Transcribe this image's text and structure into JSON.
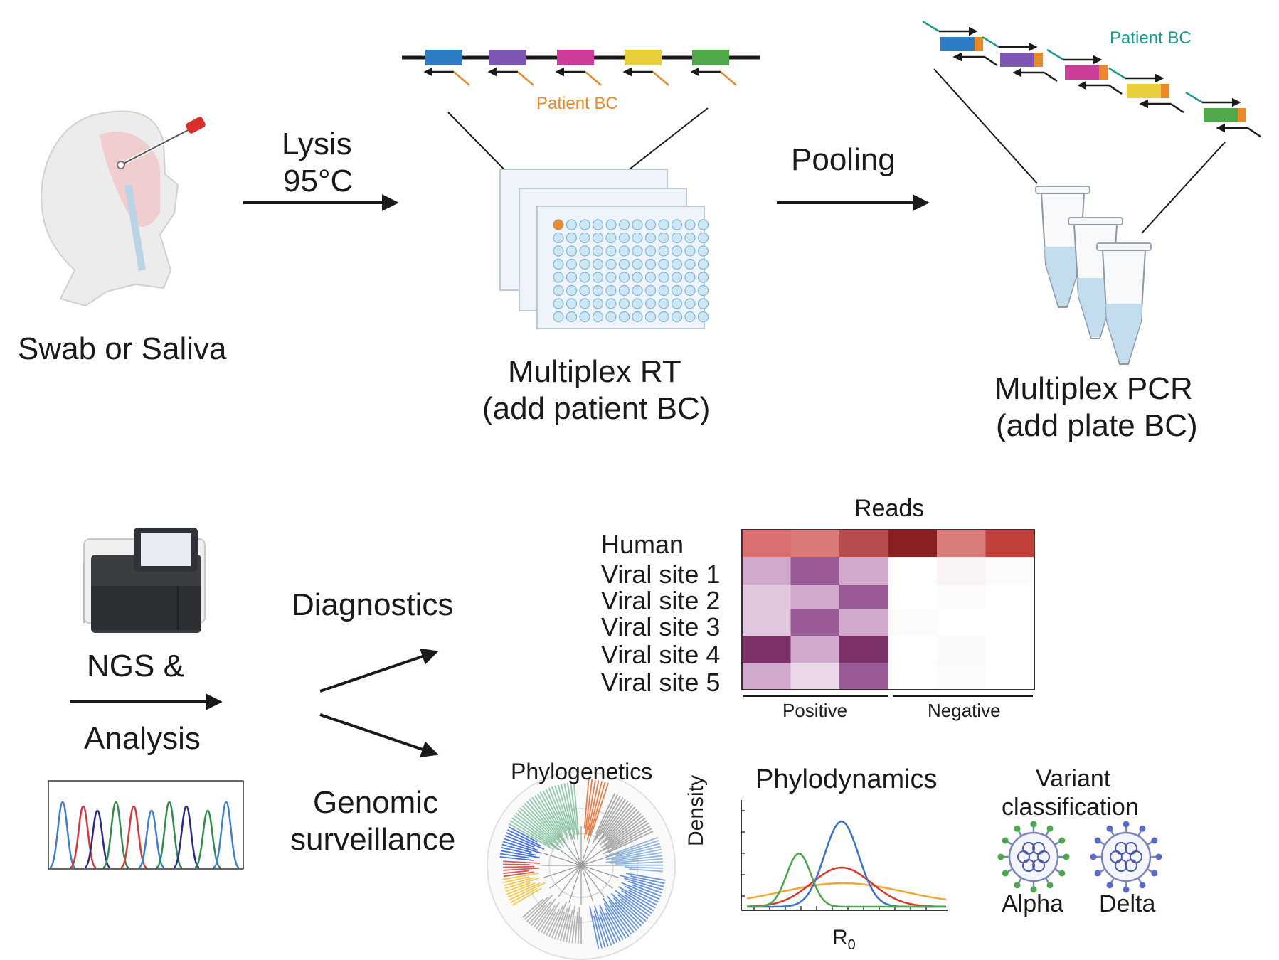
{
  "steps": {
    "sample": "Swab or Saliva",
    "lysis_line1": "Lysis",
    "lysis_line2": "95°C",
    "rt_line1": "Multiplex RT",
    "rt_line2": "(add patient BC)",
    "pooling": "Pooling",
    "pcr_line1": "Multiplex PCR",
    "pcr_line2": "(add plate BC)",
    "ngs_line1": "NGS &",
    "ngs_line2": "Analysis",
    "diagnostics": "Diagnostics",
    "genomic_line1": "Genomic",
    "genomic_line2": "surveillance"
  },
  "barcode_labels": {
    "patient_bc_rt": "Patient BC",
    "patient_bc_pcr": "Patient BC"
  },
  "colors": {
    "barcode_segments": [
      "#2e7cc4",
      "#7e57b5",
      "#cc3d99",
      "#e8cf3a",
      "#4fa84a"
    ],
    "patient_bc": "#e8892b",
    "plate_bc_teal": "#1a9a8c",
    "heatmap_human": [
      "#d9706f",
      "#d97a78",
      "#b84c4c",
      "#8c1f1f",
      "#d77c79",
      "#c1403a"
    ],
    "heatmap_positive_scale": [
      "#f3e6f1",
      "#c89ac4",
      "#8f4a8c",
      "#6f2050"
    ]
  },
  "heatmap": {
    "title": "Reads",
    "rows": [
      "Human",
      "Viral site 1",
      "Viral site 2",
      "Viral site 3",
      "Viral site 4",
      "Viral site 5"
    ],
    "group_positive": "Positive",
    "group_negative": "Negative",
    "values": [
      [
        0.55,
        0.55,
        0.72,
        0.95,
        0.55,
        0.8
      ],
      [
        0.45,
        0.7,
        0.45,
        0.0,
        0.12,
        0.05
      ],
      [
        0.35,
        0.45,
        0.7,
        0.0,
        0.05,
        0.0
      ],
      [
        0.35,
        0.7,
        0.45,
        0.05,
        0.0,
        0.0
      ],
      [
        0.9,
        0.45,
        0.9,
        0.0,
        0.06,
        0.0
      ],
      [
        0.45,
        0.3,
        0.7,
        0.0,
        0.05,
        0.0
      ]
    ]
  },
  "panels": {
    "phylogenetics": "Phylogenetics",
    "phylodynamics": "Phylodynamics",
    "density_axis": "Density",
    "r0_axis": "R",
    "r0_sub": "0",
    "variant_line1": "Variant",
    "variant_line2": "classification",
    "variant_alpha": "Alpha",
    "variant_delta": "Delta"
  }
}
